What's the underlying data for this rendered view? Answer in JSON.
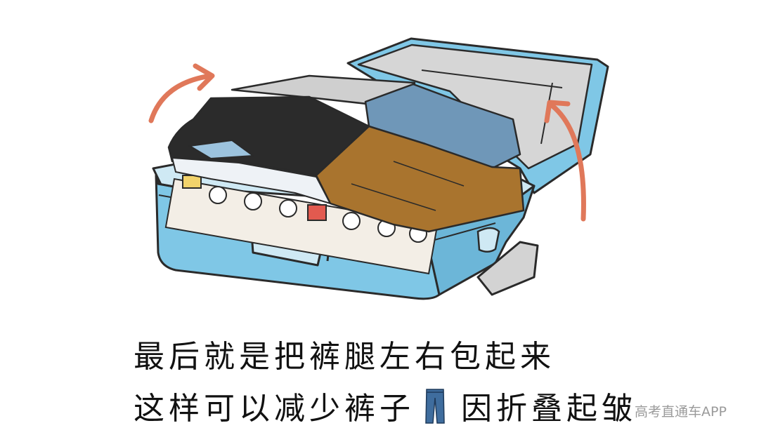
{
  "caption": {
    "line1": "最后就是把裤腿左右包起来",
    "line2_before_icon": "这样可以减少裤子",
    "line2_after_icon": "因折叠起皱"
  },
  "watermark": "高考直通车APP",
  "colors": {
    "suitcase_blue": "#7fc7e6",
    "lid_interior": "#d9d9d9",
    "black_cloth": "#2b2b2b",
    "brown_cloth": "#a9742e",
    "blue_cloth": "#6f97b8",
    "arrow_orange": "#e0785a",
    "outline": "#2a2a2a"
  },
  "icons": [
    "jeans-icon",
    "curved-arrow-icon"
  ]
}
